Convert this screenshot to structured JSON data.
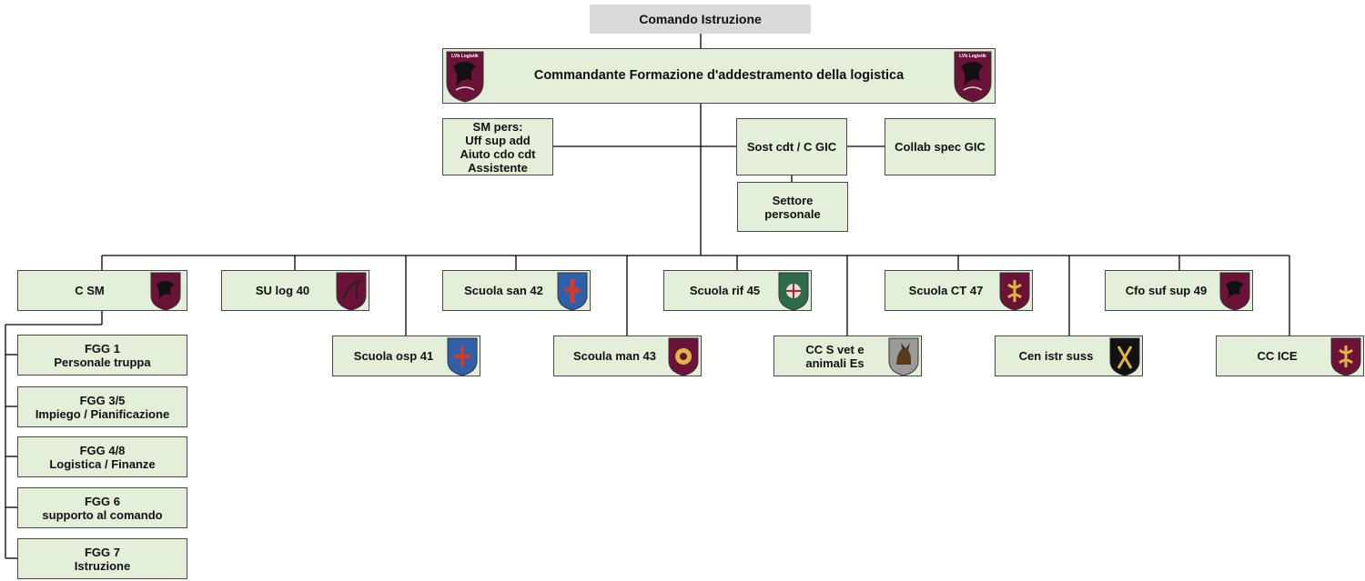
{
  "top": "Comando Istruzione",
  "commander": "Commandante Formazione d'addestramento della logistica",
  "staff": {
    "sm_pers": "SM pers:\nUff sup add\nAiuto cdo cdt\nAssistente",
    "sost": "Sost cdt / C GIC",
    "collab": "Collab spec GIC",
    "settore": "Settore\npersonale"
  },
  "units": {
    "csm": "C SM",
    "su_log": "SU log 40",
    "osp": "Scuola osp 41",
    "san": "Scuola san 42",
    "man": "Scoula man 43",
    "rif": "Scuola rif 45",
    "ccs": "CC S vet e\nanimali Es",
    "ct": "Scuola CT 47",
    "cen": "Cen istr suss",
    "cfo": "Cfo suf sup 49",
    "ice": "CC ICE"
  },
  "fgg": [
    "FGG 1\nPersonale truppa",
    "FGG 3/5\nImpiego / Pianificazione",
    "FGG 4/8\nLogistica / Finanze",
    "FGG 6\nsupporto al comando",
    "FGG 7\nIstruzione"
  ],
  "badges": {
    "logistik": "LVb Logistik",
    "colors": {
      "maroon": "#6b1238",
      "blue": "#2f5fa8",
      "green": "#2e6b4a",
      "black": "#111111",
      "grey": "#9a9a9a",
      "gold": "#e0b640"
    }
  }
}
